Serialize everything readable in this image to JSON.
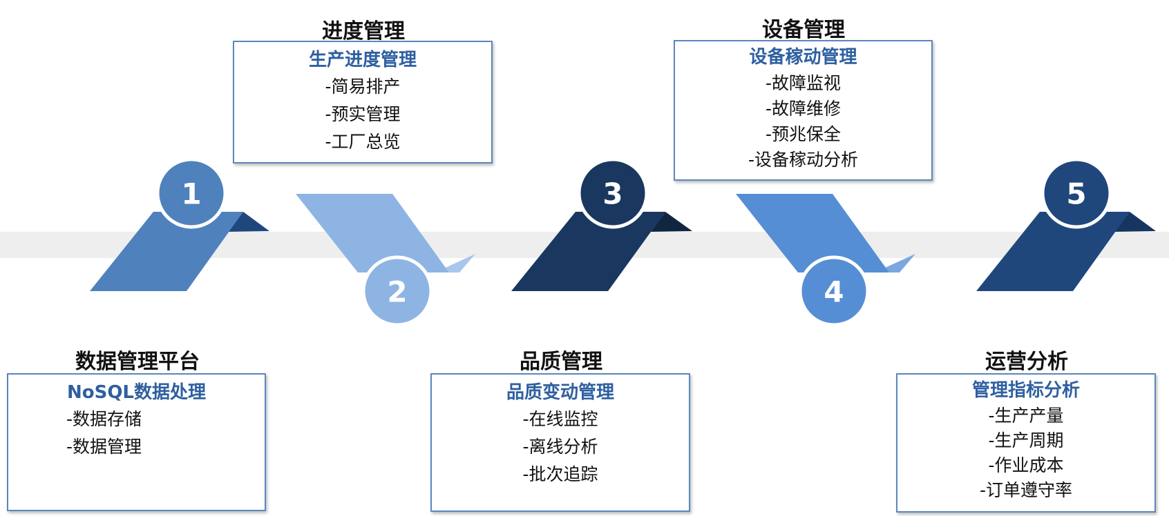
{
  "colors": {
    "step1": "#4f81bd",
    "step2": "#8eb4e3",
    "step3": "#1a3760",
    "step4": "#558ed5",
    "step5": "#1f477c",
    "band": "#eeeeee",
    "box_border": "#5b86bd",
    "box_title": "#2e5fa0"
  },
  "steps": [
    {
      "number": "1",
      "heading": "数据管理平台",
      "box_title": "NoSQL数据处理",
      "items": [
        "-数据存储",
        "-数据管理"
      ]
    },
    {
      "number": "2",
      "heading": "进度管理",
      "box_title": "生产进度管理",
      "items": [
        "-简易排产",
        "-预实管理",
        "-工厂总览"
      ]
    },
    {
      "number": "3",
      "heading": "品质管理",
      "box_title": "品质变动管理",
      "items": [
        "-在线监控",
        "-离线分析",
        "-批次追踪"
      ]
    },
    {
      "number": "4",
      "heading": "设备管理",
      "box_title": "设备稼动管理",
      "items": [
        "-故障监视",
        "-故障维修",
        "-预兆保全",
        "-设备稼动分析"
      ]
    },
    {
      "number": "5",
      "heading": "运营分析",
      "box_title": "管理指标分析",
      "items": [
        "-生产产量",
        "-生产周期",
        "-作业成本",
        "-订单遵守率"
      ]
    }
  ]
}
